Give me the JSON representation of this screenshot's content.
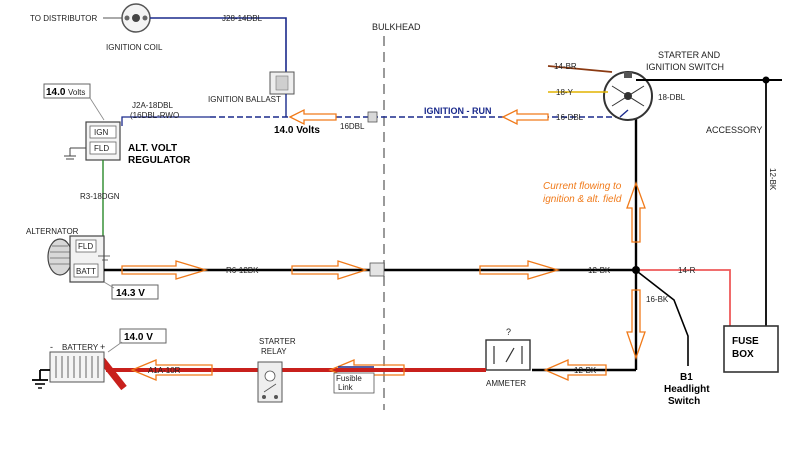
{
  "labels": {
    "to_distributor": "TO DISTRIBUTOR",
    "ignition_coil": "IGNITION COIL",
    "j28": "J28-14DBL",
    "bulkhead": "BULKHEAD",
    "starter_switch_line1": "STARTER AND",
    "starter_switch_line2": "IGNITION SWITCH",
    "w_14br": "14-BR",
    "w_18y": "18-Y",
    "w_18dbl": "18-DBL",
    "w_16dbl": "16-DBL",
    "ignition_run": "IGNITION - RUN",
    "ignition_ballast": "IGNITION BALLAST",
    "ballast_volts": "14.0 Volts",
    "w_16dbl_bulk": "16DBL",
    "volts_reg": "14.0",
    "volts_reg_unit": "Volts",
    "j2a_line1": "J2A-18DBL",
    "j2a_line2": "(16DBL-RWO",
    "ign": "IGN",
    "fld": "FLD",
    "alt_volt_line1": "ALT. VOLT",
    "alt_volt_line2": "REGULATOR",
    "r3": "R3-18DGN",
    "accessory": "ACCESSORY",
    "w_12bk_acc": "12-BK",
    "note_line1": "Current flowing to",
    "note_line2": "ignition & alt. field",
    "alternator": "ALTERNATOR",
    "alt_fld": "FLD",
    "alt_batt": "BATT",
    "r6": "R6-12BK",
    "w_12bk_mid": "12-BK",
    "w_14r": "14-R",
    "w_16bk": "16-BK",
    "alt_volts": "14.3 V",
    "battery": "BATTERY",
    "batt_minus": "-",
    "batt_plus": "+",
    "batt_volts": "14.0 V",
    "starter_relay_line1": "STARTER",
    "starter_relay_line2": "RELAY",
    "a1a": "A1A-10R",
    "fusible_line1": "Fusible",
    "fusible_line2": "Link",
    "ammeter_q": "?",
    "ammeter": "AMMETER",
    "w_12bk_low": "12-BK",
    "b1": "B1",
    "headlight_line1": "Headlight",
    "headlight_line2": "Switch",
    "fuse_line1": "FUSE",
    "fuse_line2": "BOX"
  },
  "colors": {
    "bus": "#000000",
    "battery_cable": "#c8201c",
    "ignition_wire": "#1a2a8c",
    "accessory_wire": "#ee5a5a",
    "brown_wire": "#8b3a12",
    "yellow_wire": "#e2b400",
    "green_wire": "#2a8a2a",
    "arrow_outline": "#f07a1a",
    "note": "#f07a1a"
  }
}
